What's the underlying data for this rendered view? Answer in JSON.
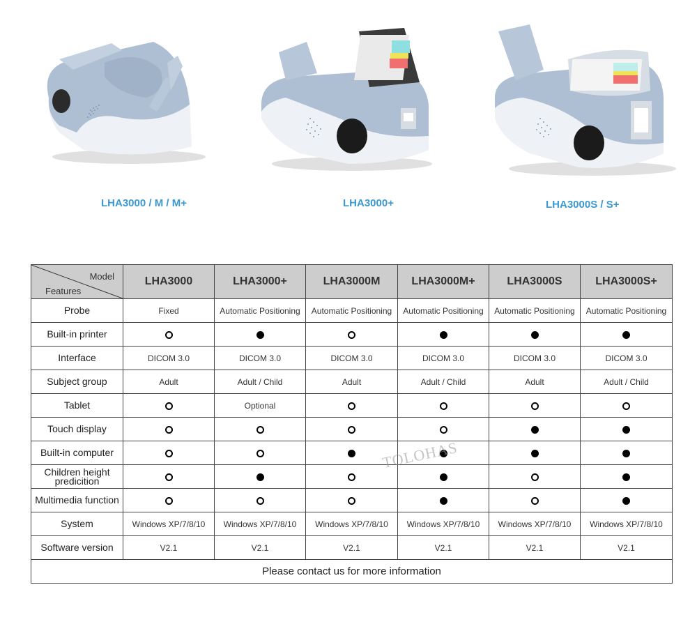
{
  "products": [
    {
      "label": "LHA3000 / M / M+",
      "image": "bone-densitometer-basic"
    },
    {
      "label": "LHA3000+",
      "image": "bone-densitometer-with-tablet-printer"
    },
    {
      "label": "LHA3000S / S+",
      "image": "bone-densitometer-with-touch-display"
    }
  ],
  "table": {
    "corner": {
      "model_label": "Model",
      "features_label": "Features"
    },
    "models": [
      "LHA3000",
      "LHA3000+",
      "LHA3000M",
      "LHA3000M+",
      "LHA3000S",
      "LHA3000S+"
    ],
    "rows": [
      {
        "feature": "Probe",
        "values": [
          "Fixed",
          "Automatic Positioning",
          "Automatic Positioning",
          "Automatic Positioning",
          "Automatic Positioning",
          "Automatic Positioning"
        ]
      },
      {
        "feature": "Built-in printer",
        "values": [
          "○",
          "●",
          "○",
          "●",
          "●",
          "●"
        ]
      },
      {
        "feature": "Interface",
        "values": [
          "DICOM 3.0",
          "DICOM 3.0",
          "DICOM 3.0",
          "DICOM 3.0",
          "DICOM 3.0",
          "DICOM 3.0"
        ]
      },
      {
        "feature": "Subject group",
        "values": [
          "Adult",
          "Adult / Child",
          "Adult",
          "Adult / Child",
          "Adult",
          "Adult / Child"
        ]
      },
      {
        "feature": "Tablet",
        "values": [
          "○",
          "Optional",
          "○",
          "○",
          "○",
          "○"
        ]
      },
      {
        "feature": "Touch display",
        "values": [
          "○",
          "○",
          "○",
          "○",
          "●",
          "●"
        ]
      },
      {
        "feature": "Built-in computer",
        "values": [
          "○",
          "○",
          "●",
          "●",
          "●",
          "●"
        ]
      },
      {
        "feature": "Children height predicition",
        "values": [
          "○",
          "●",
          "○",
          "●",
          "○",
          "●"
        ]
      },
      {
        "feature": "Multimedia function",
        "values": [
          "○",
          "○",
          "○",
          "●",
          "○",
          "●"
        ]
      },
      {
        "feature": "System",
        "values": [
          "Windows XP/7/8/10",
          "Windows XP/7/8/10",
          "Windows XP/7/8/10",
          "Windows XP/7/8/10",
          "Windows XP/7/8/10",
          "Windows XP/7/8/10"
        ]
      },
      {
        "feature": "Software version",
        "values": [
          "V2.1",
          "V2.1",
          "V2.1",
          "V2.1",
          "V2.1",
          "V2.1"
        ]
      }
    ],
    "footer": "Please contact us for more information",
    "legend": {
      "filled": "●",
      "empty": "○"
    }
  },
  "watermark": "TOLOHAS",
  "colors": {
    "label_blue": "#3a98d2",
    "header_gray": "#cdcdcd",
    "device_blue": "#aebfd3",
    "device_white": "#eef1f5"
  }
}
